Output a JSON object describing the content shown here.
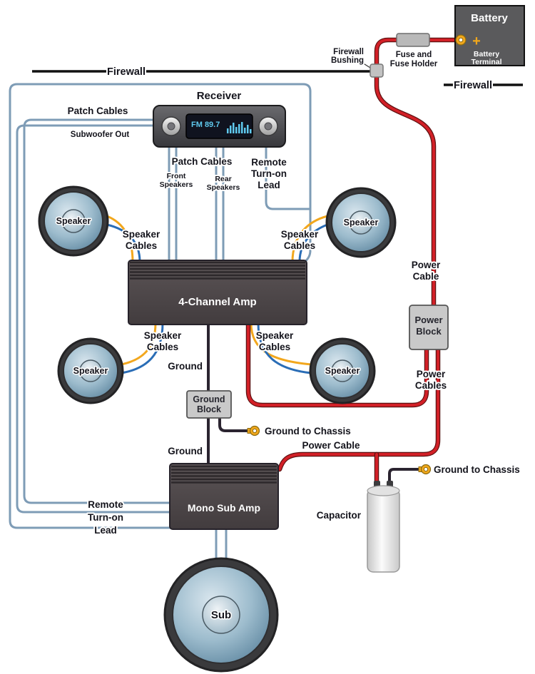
{
  "colors": {
    "power_wire": "#d22027",
    "ground_wire": "#2b2430",
    "speaker_wire_yellow": "#f2a71d",
    "speaker_wire_blue": "#2a6db6",
    "signal_wire": "#7e9cb6",
    "terminal": "#f0a71c",
    "display_text": "#5fc9ee"
  },
  "battery": {
    "title": "Battery",
    "terminal_line1": "Battery",
    "terminal_line2": "Terminal",
    "plus": "+"
  },
  "fuse": {
    "line1": "Fuse and",
    "line2": "Fuse Holder"
  },
  "firewall": {
    "left": "Firewall",
    "right": "Firewall",
    "bushing_line1": "Firewall",
    "bushing_line2": "Bushing"
  },
  "receiver": {
    "title": "Receiver",
    "display": "FM 89.7"
  },
  "patch_left": {
    "line1": "Patch Cables",
    "line2": "Subwoofer Out"
  },
  "patch_bottom": {
    "title": "Patch Cables",
    "front_line1": "Front",
    "front_line2": "Speakers",
    "rear_line1": "Rear",
    "rear_line2": "Speakers"
  },
  "remote_top": {
    "line1": "Remote",
    "line2": "Turn-on",
    "line3": "Lead"
  },
  "remote_bottom": {
    "line1": "Remote",
    "line2": "Turn-on",
    "line3": "Lead"
  },
  "speaker_cables": {
    "line1": "Speaker",
    "line2": "Cables"
  },
  "speakers": {
    "front_left": "Speaker",
    "front_right": "Speaker",
    "rear_left": "Speaker",
    "rear_right": "Speaker",
    "sub": "Sub"
  },
  "amps": {
    "four_channel": "4-Channel Amp",
    "mono_sub": "Mono Sub Amp"
  },
  "power": {
    "cable_line1": "Power",
    "cable_line2": "Cable",
    "block_line1": "Power",
    "block_line2": "Block",
    "cables_line1": "Power",
    "cables_line2": "Cables",
    "cable_mid": "Power Cable"
  },
  "ground": {
    "top": "Ground",
    "bottom": "Ground",
    "block_line1": "Ground",
    "block_line2": "Block",
    "to_chassis_mid": "Ground to Chassis",
    "to_chassis_right": "Ground to Chassis"
  },
  "capacitor": {
    "label": "Capacitor"
  }
}
